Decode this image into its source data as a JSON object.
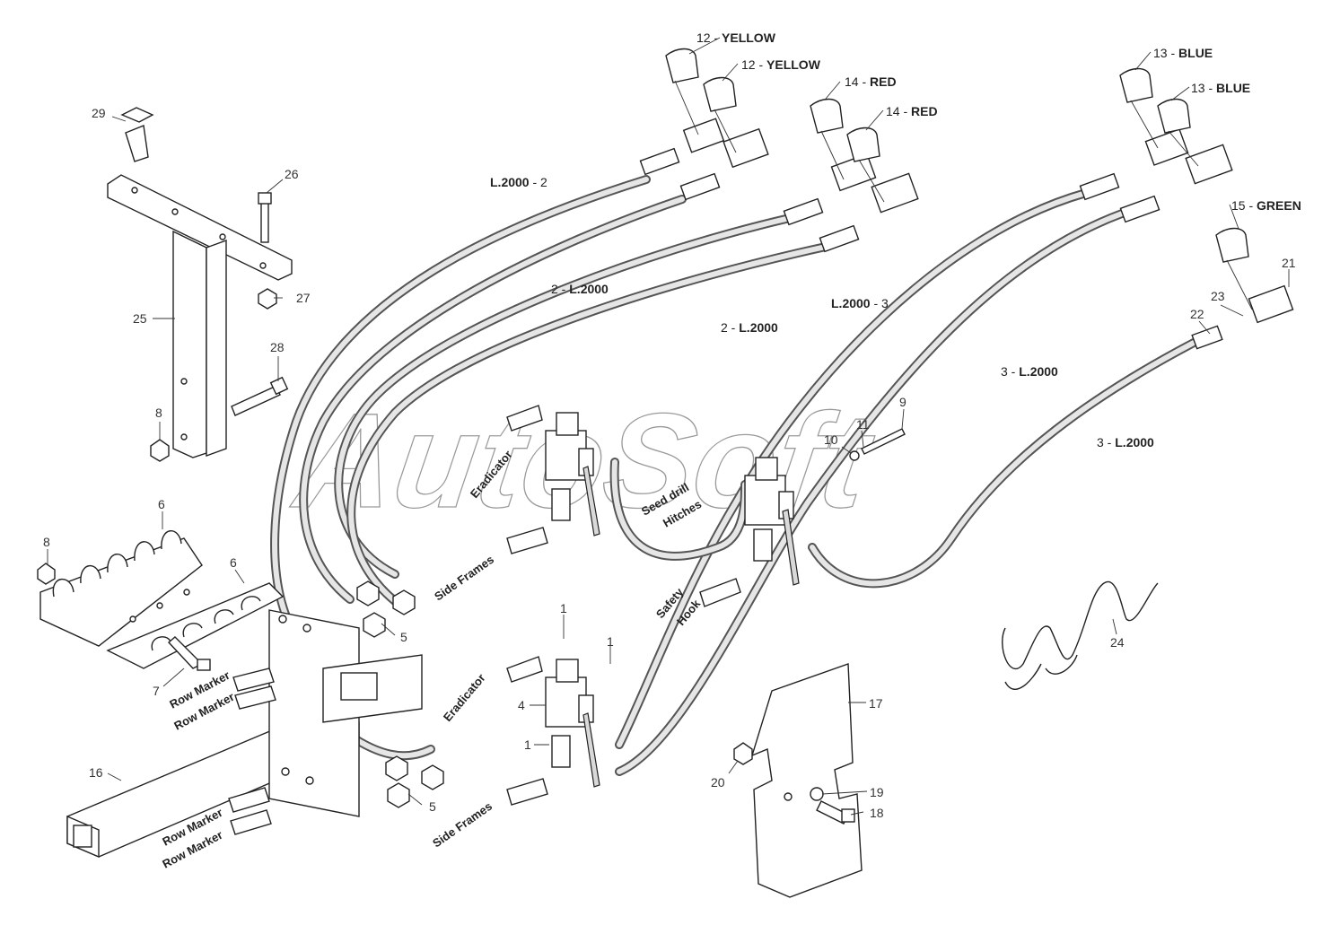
{
  "watermark": "AutoSoft",
  "colors": {
    "ink": "#222222",
    "hose": "#555555",
    "hose_fill": "#e6e6e6",
    "grip": "#d9d9d9"
  },
  "colour_labels": {
    "yellow_a": {
      "num": "12",
      "sep": " - ",
      "name": "YELLOW"
    },
    "yellow_b": {
      "num": "12",
      "sep": " - ",
      "name": "YELLOW"
    },
    "red_a": {
      "num": "14",
      "sep": " - ",
      "name": "RED"
    },
    "red_b": {
      "num": "14",
      "sep": " - ",
      "name": "RED"
    },
    "blue_a": {
      "num": "13",
      "sep": " - ",
      "name": "BLUE"
    },
    "blue_b": {
      "num": "13",
      "sep": " - ",
      "name": "BLUE"
    },
    "green": {
      "num": "15",
      "sep": " - ",
      "name": "GREEN"
    }
  },
  "hose_labels": {
    "h1": {
      "length": "L.2000",
      "sep": " - ",
      "num": "2"
    },
    "h2": {
      "num": "2",
      "sep": " - ",
      "length": "L.2000"
    },
    "h3": {
      "num": "2",
      "sep": " - ",
      "length": "L.2000"
    },
    "h4": {
      "length": "L.2000",
      "sep": " - ",
      "num": "3"
    },
    "h5": {
      "num": "3",
      "sep": " - ",
      "length": "L.2000"
    },
    "h6": {
      "num": "3",
      "sep": " - ",
      "length": "L.2000"
    }
  },
  "callouts": {
    "p29": "29",
    "p26": "26",
    "p27": "27",
    "p25": "25",
    "p28": "28",
    "p8a": "8",
    "p6a": "6",
    "p6b": "6",
    "p8b": "8",
    "p7": "7",
    "p5a": "5",
    "p5b": "5",
    "p16": "16",
    "p1a": "1",
    "p1b": "1",
    "p1c": "1",
    "p4": "4",
    "p9": "9",
    "p10": "10",
    "p11": "11",
    "p17": "17",
    "p20": "20",
    "p19": "19",
    "p18": "18",
    "p21": "21",
    "p22": "22",
    "p23": "23",
    "p24": "24"
  },
  "rotated_labels": {
    "eradicator_top": "Eradicator",
    "side_frames_top": "Side Frames",
    "seed_drill": "Seed drill",
    "hitches": "Hitches",
    "safety": "Safety",
    "hook": "Hook",
    "eradicator_bottom": "Eradicator",
    "side_frames_bottom": "Side Frames",
    "row_marker_1": "Row Marker",
    "row_marker_2": "Row Marker",
    "row_marker_3": "Row Marker",
    "row_marker_4": "Row Marker"
  }
}
